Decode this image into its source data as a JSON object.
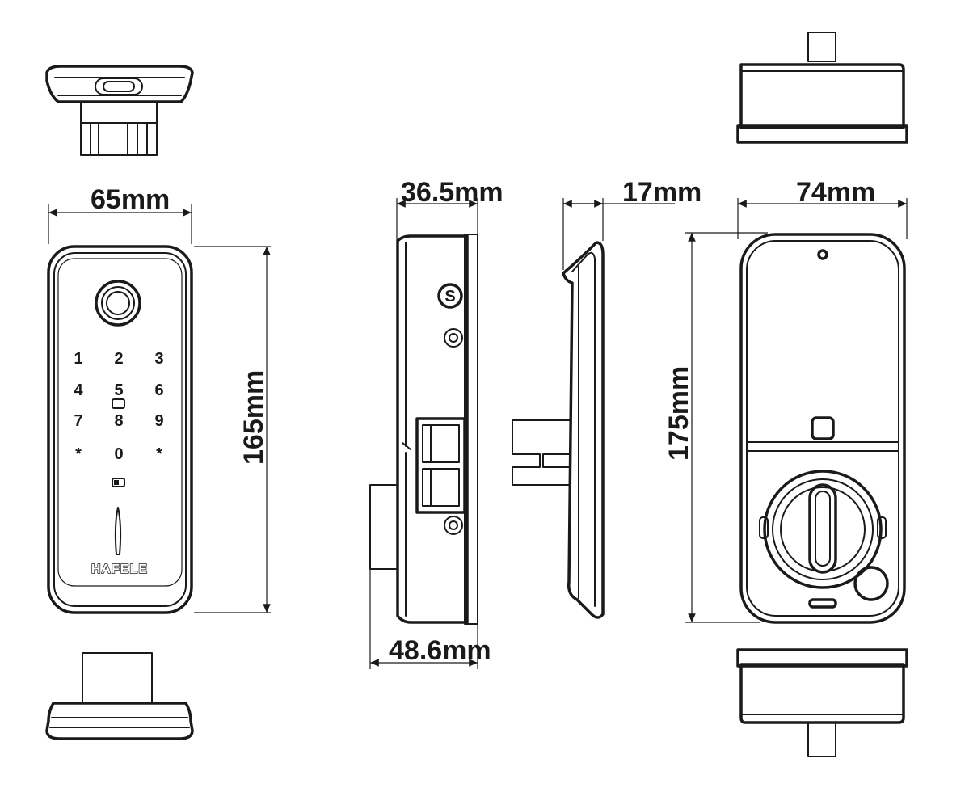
{
  "dimensions": {
    "front_width": "65mm",
    "front_height": "165mm",
    "side_depth_inner": "36.5mm",
    "side_depth_total": "48.6mm",
    "back_side_depth": "17mm",
    "back_width": "74mm",
    "back_height": "175mm"
  },
  "keypad": {
    "keys": [
      "1",
      "2",
      "3",
      "4",
      "5",
      "6",
      "7",
      "8",
      "9",
      "*",
      "0",
      "*"
    ]
  },
  "brand": {
    "logo": "HAFELE"
  },
  "side_panel": {
    "button_mark": "S"
  },
  "colors": {
    "ink": "#1a1a1a",
    "background": "#ffffff"
  }
}
